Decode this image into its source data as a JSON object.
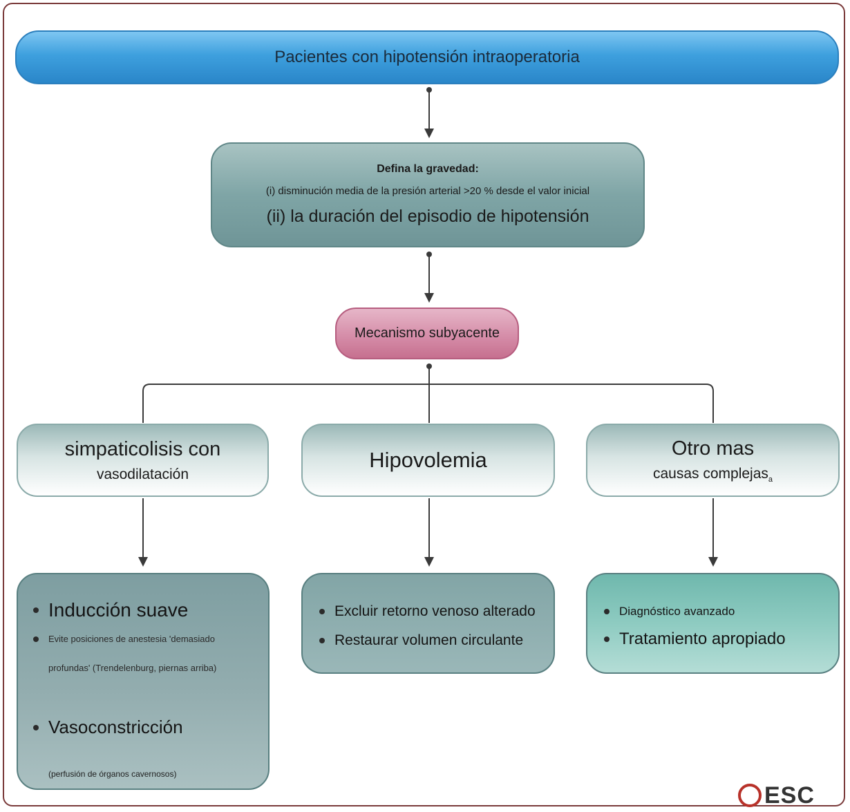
{
  "top": {
    "title": "Pacientes con hipotensión intraoperatoria"
  },
  "severity": {
    "heading": "Defina la gravedad:",
    "line1": "(i) disminución media de la presión arterial >20 % desde el valor inicial",
    "line2": "(ii) la duración del episodio de hipotensión"
  },
  "mechanism": {
    "label": "Mecanismo subyacente"
  },
  "categories": [
    {
      "title": "simpaticolisis con",
      "subtitle": "vasodilatación"
    },
    {
      "title": "Hipovolemia",
      "subtitle": ""
    },
    {
      "title": "Otro mas",
      "subtitle": "causas complejas",
      "subtitle_suffix": "a"
    }
  ],
  "actions": {
    "left": {
      "b1": "Inducción suave",
      "b2": "Evite posiciones de anestesia 'demasiado",
      "b2_cont": "profundas' (Trendelenburg, piernas arriba)",
      "b3": "Vasoconstricción",
      "b3_cont": "(perfusión de órganos cavernosos)"
    },
    "mid": {
      "b1": "Excluir retorno venoso alterado",
      "b2": "Restaurar volumen circulante"
    },
    "right": {
      "b1": "Diagnóstico avanzado",
      "b2": "Tratamiento apropiado"
    }
  },
  "logo": {
    "text": "ESC"
  },
  "colors": {
    "top_bar": "#3ea0de",
    "severity": "#7fa5a6",
    "mechanism": "#d48aa6",
    "action_right": "#8ecbc1"
  }
}
